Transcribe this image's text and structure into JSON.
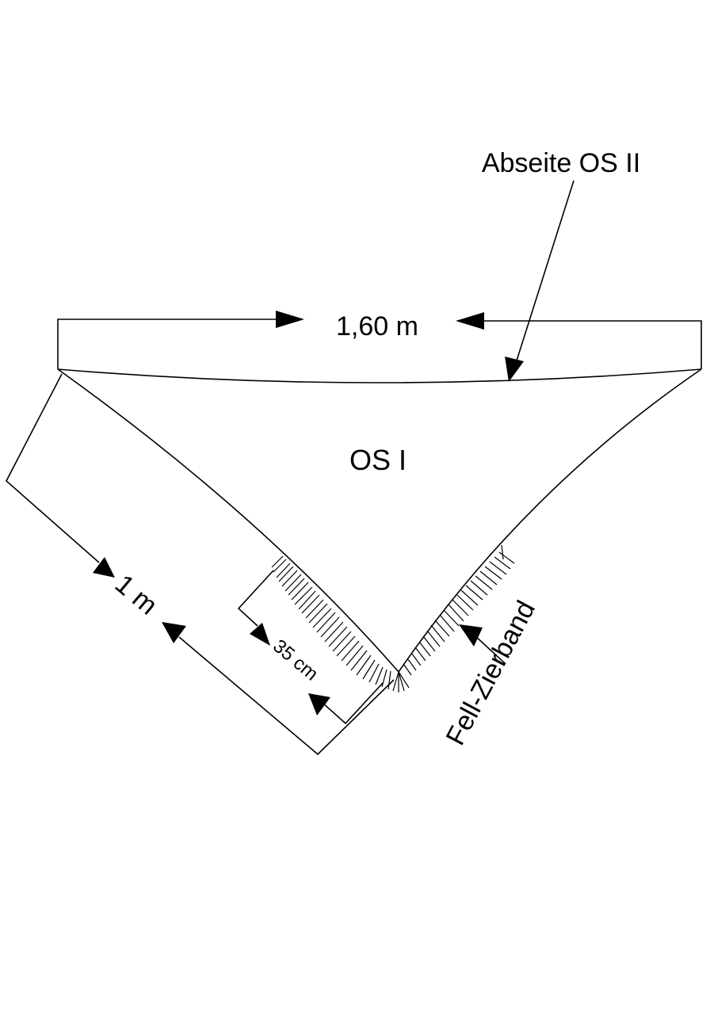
{
  "labels": {
    "width_dimension": "1,60 m",
    "abseite": "Abseite OS II",
    "main_area": "OS I",
    "side_dimension": "1 m",
    "fringe_dimension": "35 cm",
    "fringe_name": "Fell-Zierband"
  },
  "colors": {
    "line": "#000000",
    "background": "#ffffff"
  }
}
